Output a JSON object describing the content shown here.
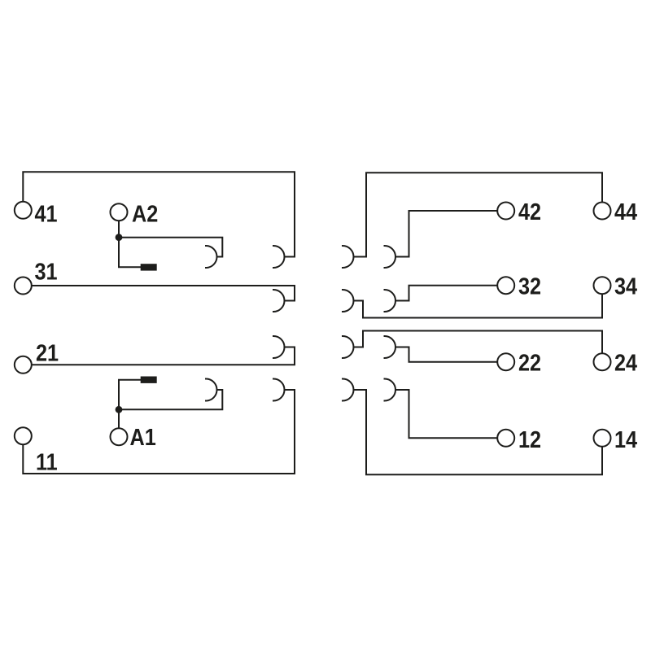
{
  "diagram": {
    "kind": "relay-contact-wiring-schematic",
    "labels": {
      "t41": "41",
      "ta2": "A2",
      "t31": "31",
      "t21": "21",
      "t11": "11",
      "ta1": "A1",
      "t42": "42",
      "t44": "44",
      "t32": "32",
      "t34": "34",
      "t22": "22",
      "t24": "24",
      "t12": "12",
      "t14": "14"
    },
    "colors": {
      "line": "#1d1d1b",
      "background": "#ffffff"
    }
  }
}
